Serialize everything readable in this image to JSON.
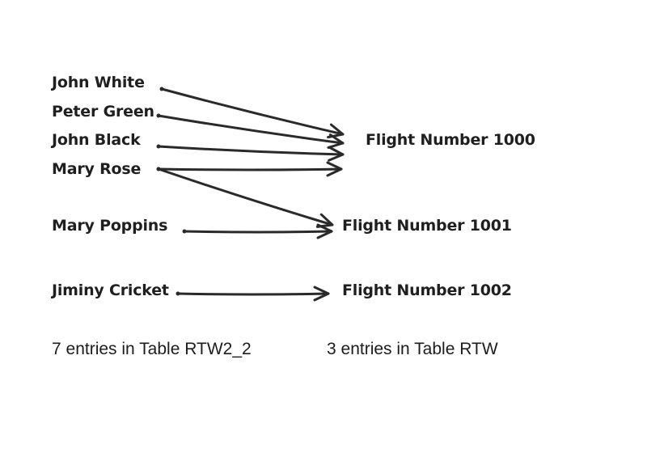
{
  "passengers": [
    {
      "name": "John White"
    },
    {
      "name": "Peter Green"
    },
    {
      "name": "John Black"
    },
    {
      "name": "Mary Rose"
    },
    {
      "name": "Mary Poppins"
    },
    {
      "name": "Jiminy Cricket"
    }
  ],
  "flights": [
    {
      "label": "Flight Number  1000"
    },
    {
      "label": "Flight Number  1001"
    },
    {
      "label": "Flight Number  1002"
    }
  ],
  "links": [
    {
      "from": 0,
      "to": 0
    },
    {
      "from": 1,
      "to": 0
    },
    {
      "from": 2,
      "to": 0
    },
    {
      "from": 3,
      "to": 0
    },
    {
      "from": 3,
      "to": 1
    },
    {
      "from": 4,
      "to": 1
    },
    {
      "from": 5,
      "to": 2
    }
  ],
  "footer": {
    "left": "7 entries in Table RTW2_2",
    "right": "3 entries in Table RTW"
  },
  "colors": {
    "ink": "#1f1f1f",
    "arrow": "#2a2a2a"
  }
}
